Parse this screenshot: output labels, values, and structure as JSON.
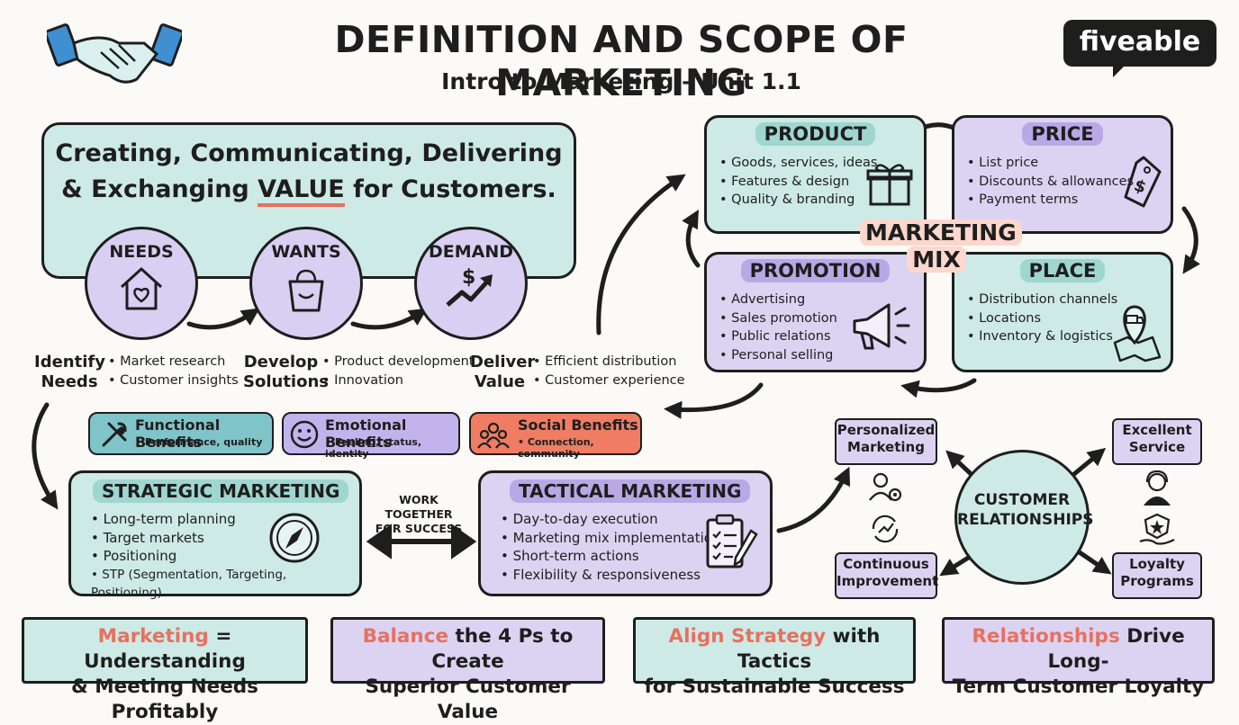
{
  "header": {
    "title": "DEFINITION AND SCOPE OF MARKETING",
    "subtitle": "Intro to Marketing – Unit 1.1",
    "logo_text": "fiveable"
  },
  "value_panel": {
    "line1": "Creating, Communicating, Delivering",
    "line2_pre": "& Exchanging ",
    "line2_value": "VALUE",
    "line2_post": " for Customers.",
    "circles": [
      {
        "label": "NEEDS",
        "icon": "house-heart-icon"
      },
      {
        "label": "WANTS",
        "icon": "shopping-bag-icon"
      },
      {
        "label": "DEMAND",
        "icon": "dollar-trend-up-icon"
      }
    ]
  },
  "process": {
    "steps": [
      {
        "title_1": "Identify",
        "title_2": "Needs",
        "bullets": [
          "Market research",
          "Customer insights"
        ]
      },
      {
        "title_1": "Develop",
        "title_2": "Solutions",
        "bullets": [
          "Product development",
          "Innovation"
        ]
      },
      {
        "title_1": "Deliver",
        "title_2": "Value",
        "bullets": [
          "Efficient distribution",
          "Customer experience"
        ]
      }
    ]
  },
  "benefits": [
    {
      "title": "Functional Benefits",
      "subtitle": "• Performance, quality",
      "icon": "tools-icon",
      "color": "#7fc4c9"
    },
    {
      "title": "Emotional Benefits",
      "subtitle": "• Feeling, status, identity",
      "icon": "smiley-icon",
      "color": "#c3b3ec"
    },
    {
      "title": "Social Benefits",
      "subtitle": "• Connection, community",
      "icon": "people-icon",
      "color": "#ee7d64"
    }
  ],
  "strategic": {
    "title": "STRATEGIC MARKETING",
    "bullets": [
      "Long-term planning",
      "Target markets",
      "Positioning",
      "STP (Segmentation, Targeting, Positioning)"
    ],
    "icon": "compass-icon"
  },
  "together": {
    "line1": "WORK TOGETHER",
    "line2": "FOR SUCCESS"
  },
  "tactical": {
    "title": "TACTICAL MARKETING",
    "bullets": [
      "Day-to-day execution",
      "Marketing mix implementation",
      "Short-term actions",
      "Flexibility & responsiveness"
    ],
    "icon": "clipboard-checklist-icon"
  },
  "marketing_mix": {
    "label_1": "MARKETING",
    "label_2": "MIX",
    "product": {
      "title": "PRODUCT",
      "bullets": [
        "Goods, services, ideas",
        "Features & design",
        "Quality & branding"
      ],
      "icon": "gift-icon"
    },
    "price": {
      "title": "PRICE",
      "bullets": [
        "List price",
        "Discounts & allowances",
        "Payment terms"
      ],
      "icon": "price-tag-icon"
    },
    "promotion": {
      "title": "PROMOTION",
      "bullets": [
        "Advertising",
        "Sales promotion",
        "Public relations",
        "Personal selling"
      ],
      "icon": "megaphone-icon"
    },
    "place": {
      "title": "PLACE",
      "bullets": [
        "Distribution channels",
        "Locations",
        "Inventory & logistics"
      ],
      "icon": "map-truck-icon"
    }
  },
  "customer_relationships": {
    "center_1": "CUSTOMER",
    "center_2": "RELATIONSHIPS",
    "personalized_1": "Personalized",
    "personalized_2": "Marketing",
    "service_1": "Excellent",
    "service_2": "Service",
    "improvement_1": "Continuous",
    "improvement_2": "Improvement",
    "loyalty_1": "Loyalty",
    "loyalty_2": "Programs"
  },
  "summaries": [
    {
      "accent": "Marketing",
      "rest1": " = Understanding",
      "line2": "& Meeting Needs Profitably",
      "bg": "#cdeae6"
    },
    {
      "accent": "Balance",
      "rest1": " the 4 Ps to Create",
      "line2": "Superior Customer Value",
      "bg": "#dcd3f2"
    },
    {
      "accent": "Align Strategy",
      "rest1": " with Tactics",
      "line2": "for Sustainable Success",
      "bg": "#cdeae6"
    },
    {
      "accent": "Relationships",
      "rest1": " Drive Long-",
      "line2": "Term Customer Loyalty",
      "bg": "#dcd3f2"
    }
  ],
  "colors": {
    "teal": "#cdeae6",
    "lavender": "#dcd3f2",
    "accent": "#e9705e",
    "ink": "#1e1e1e"
  }
}
